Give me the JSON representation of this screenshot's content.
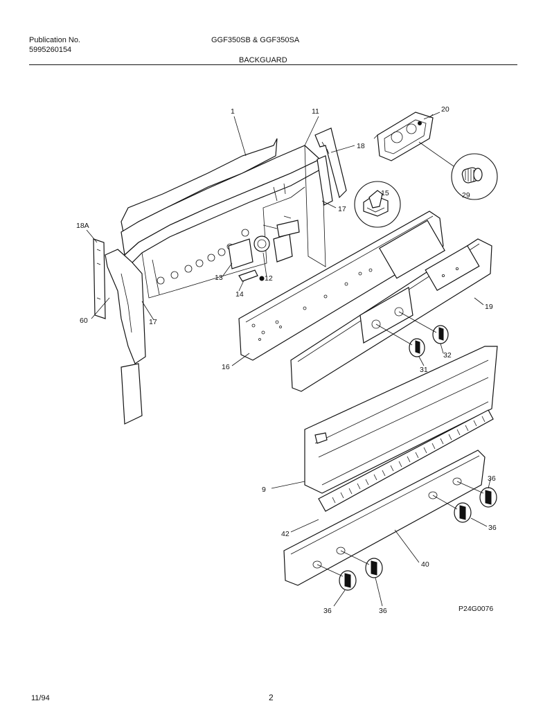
{
  "header": {
    "publication_label": "Publication No.",
    "publication_number": "5995260154",
    "model": "GGF350SB & GGF350SA",
    "section": "BACKGUARD"
  },
  "diagram": {
    "reference_code": "P24G0076",
    "callouts": [
      "1",
      "11",
      "20",
      "18",
      "15",
      "29",
      "17",
      "18A",
      "12",
      "13",
      "14",
      "60",
      "17",
      "19",
      "16",
      "31",
      "32",
      "9",
      "36",
      "42",
      "36",
      "40",
      "36",
      "36"
    ]
  },
  "footer": {
    "date": "11/94",
    "page": "2"
  }
}
